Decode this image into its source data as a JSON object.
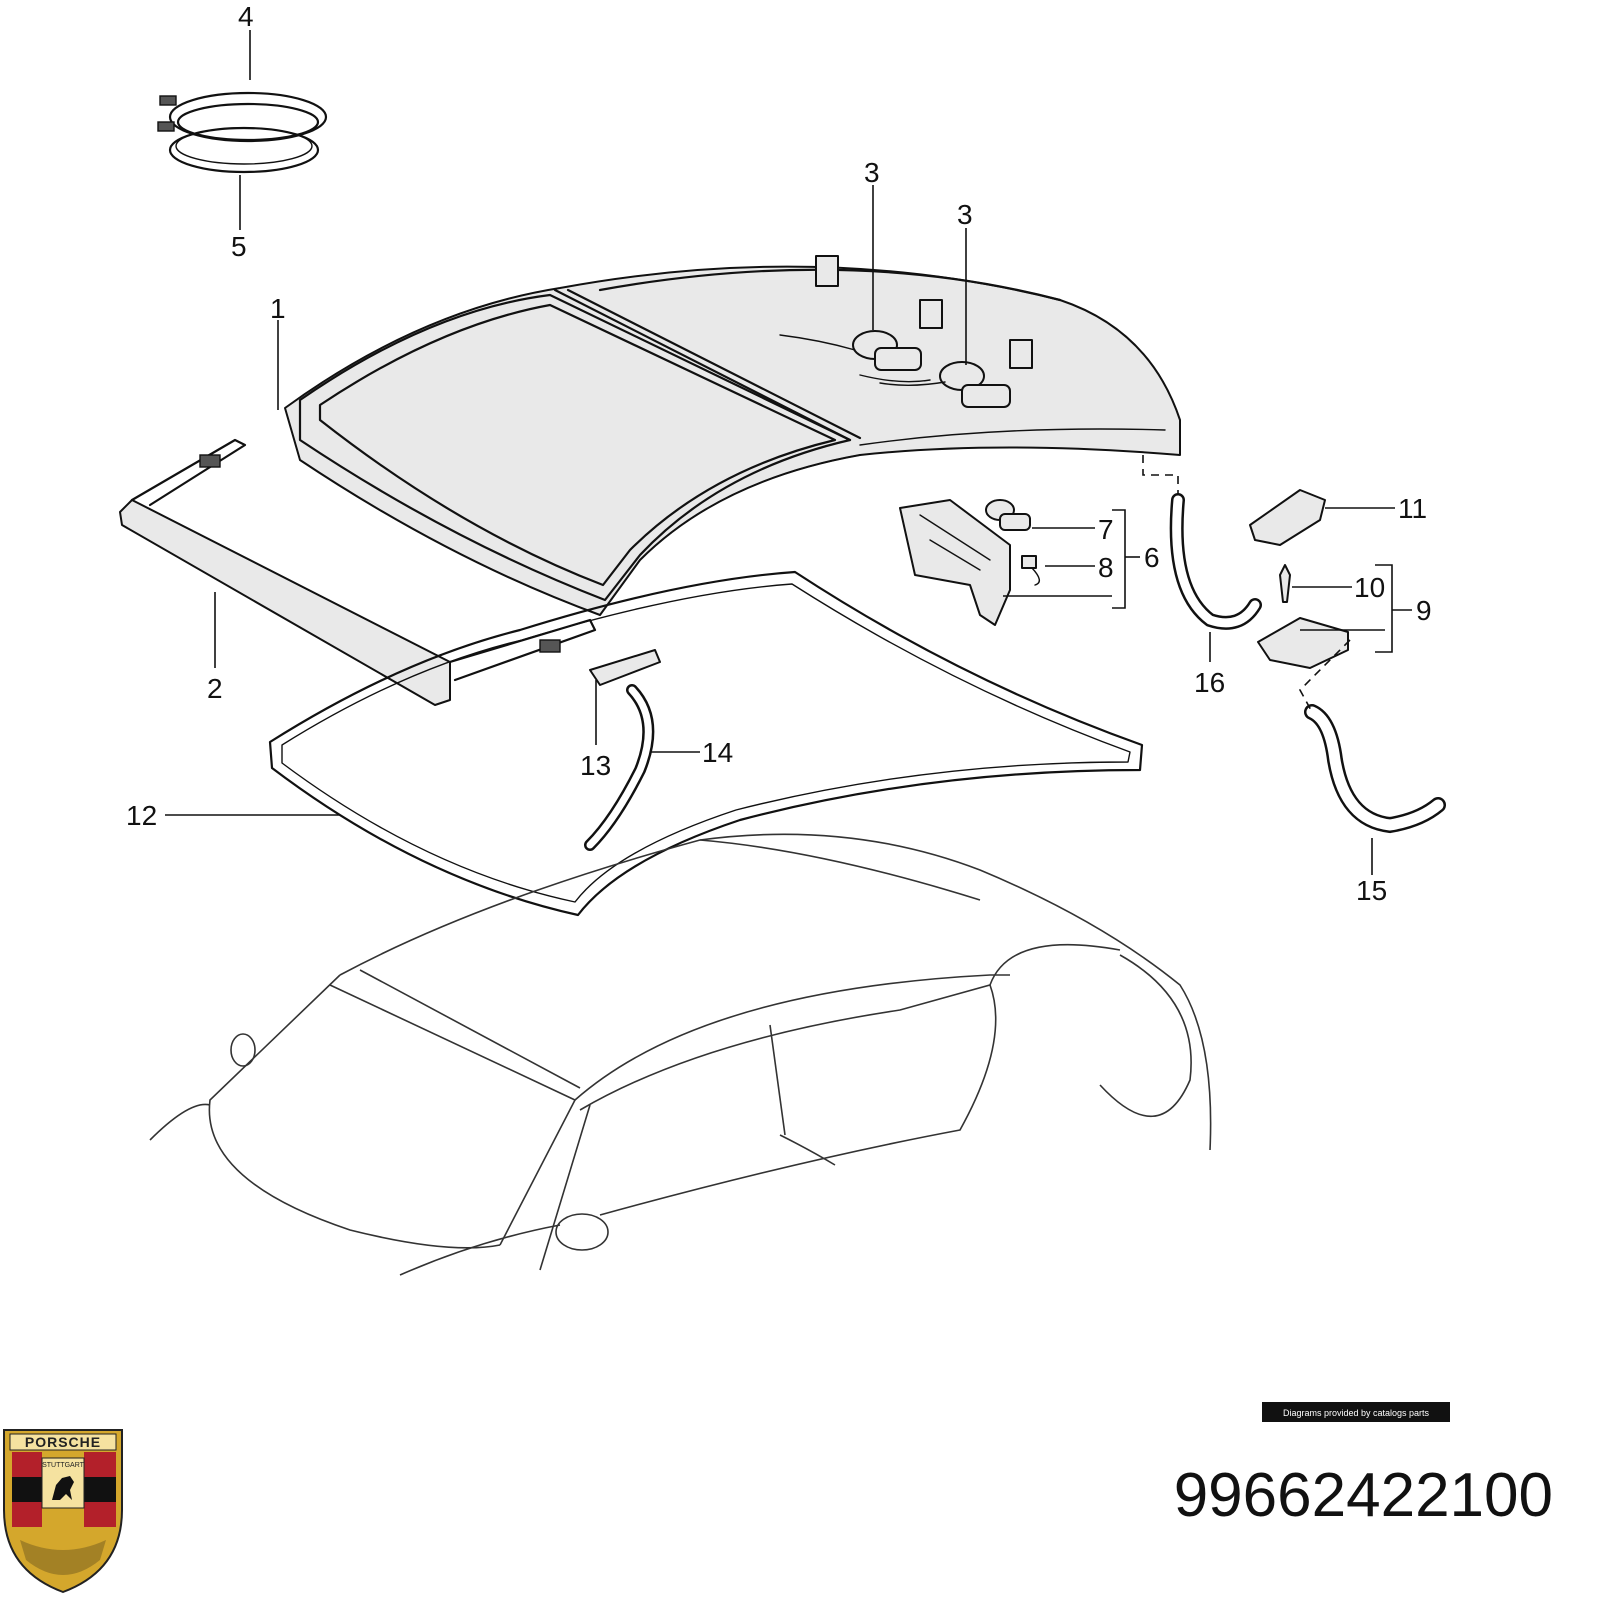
{
  "callouts": {
    "c1": "1",
    "c2": "2",
    "c3a": "3",
    "c3b": "3",
    "c4": "4",
    "c5": "5",
    "c6": "6",
    "c7": "7",
    "c8": "8",
    "c9": "9",
    "c10": "10",
    "c11": "11",
    "c12": "12",
    "c13": "13",
    "c14": "14",
    "c15": "15",
    "c16": "16"
  },
  "footer": {
    "credit": "Diagrams provided by catalogs parts",
    "part_number": "99662422100"
  },
  "logo": {
    "brand": "PORSCHE",
    "city": "STUTTGART"
  },
  "colors": {
    "ink": "#111111",
    "logo_red": "#b3202a",
    "logo_gold": "#d4a72c"
  }
}
